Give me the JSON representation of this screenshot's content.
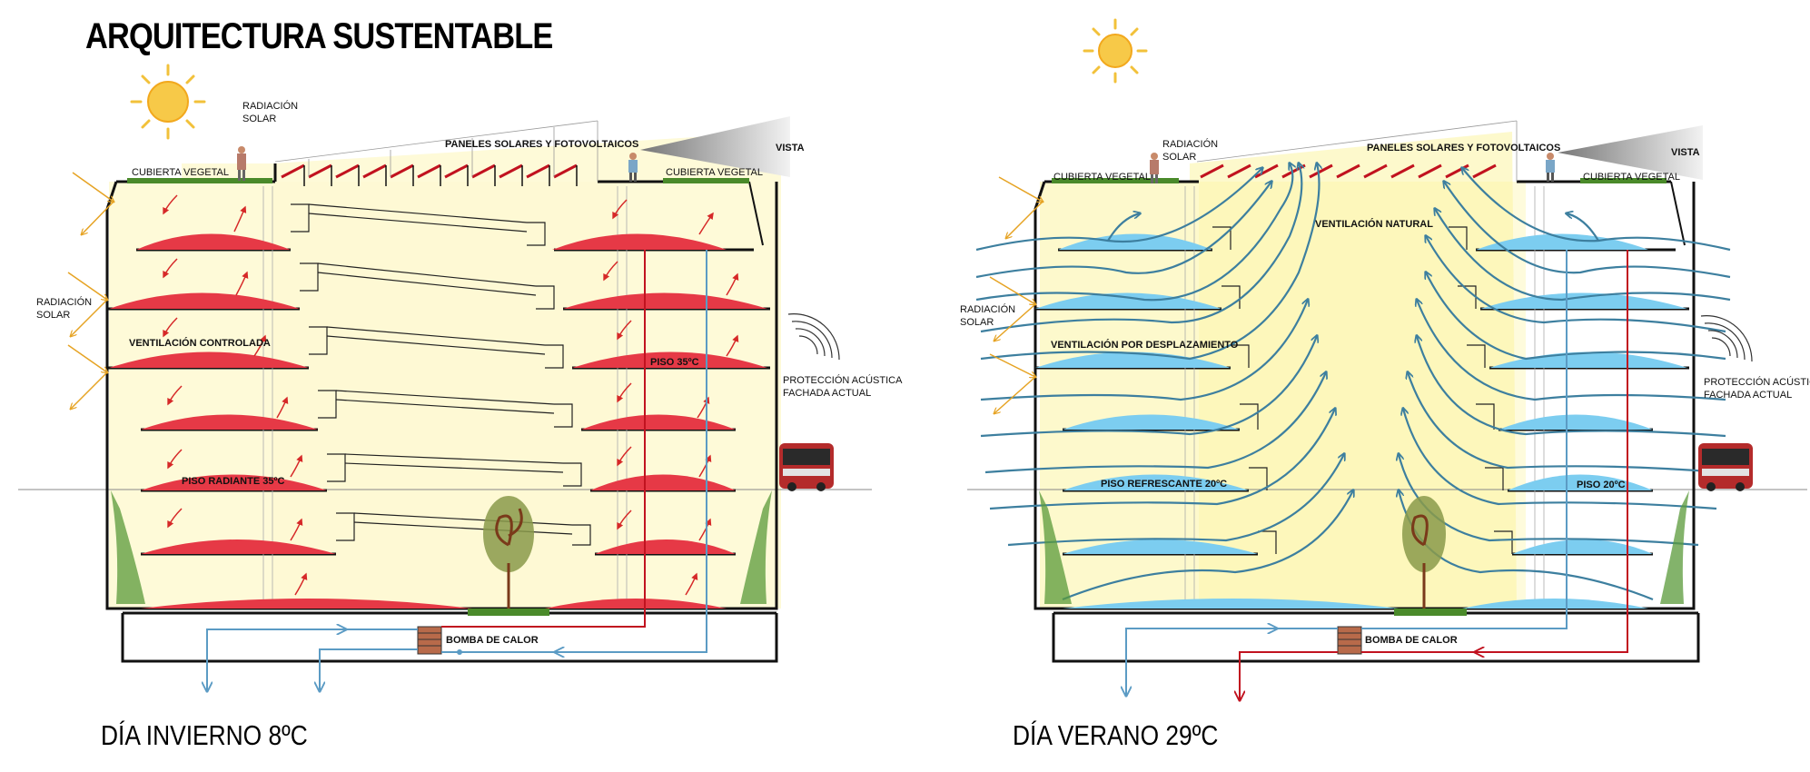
{
  "title": "ARQUITECTURA SUSTENTABLE",
  "panels": {
    "winter": {
      "caption": "DÍA INVIERNO 8ºC",
      "labels": {
        "radiacion_top_1": "RADIACIÓN",
        "radiacion_top_2": "SOLAR",
        "paneles": "PANELES SOLARES Y FOTOVOLTAICOS",
        "vista": "VISTA",
        "cubierta_left": "CUBIERTA VEGETAL",
        "cubierta_right": "CUBIERTA VEGETAL",
        "radiacion_side_1": "RADIACIÓN",
        "radiacion_side_2": "SOLAR",
        "ventilacion": "VENTILACIÓN CONTROLADA",
        "piso_right": "PISO 35ºC",
        "piso_left": "PISO RADIANTE 35ºC",
        "proteccion_1": "PROTECCIÓN ACÚSTICA",
        "proteccion_2": "FACHADA ACTUAL",
        "bomba": "BOMBA DE CALOR"
      },
      "colors": {
        "pool": "#e63946",
        "pipe_hot": "#c1121f",
        "pipe_cold": "#5b9bc4",
        "light": "#fdf5b8"
      }
    },
    "summer": {
      "caption": "DÍA VERANO 29ºC",
      "labels": {
        "radiacion_top_1": "RADIACIÓN",
        "radiacion_top_2": "SOLAR",
        "paneles": "PANELES SOLARES Y FOTOVOLTAICOS",
        "vista": "VISTA",
        "cubierta_left": "CUBIERTA VEGETAL",
        "cubierta_right": "CUBIERTA VEGETAL",
        "ventilacion_natural": "VENTILACIÓN NATURAL",
        "radiacion_side_1": "RADIACIÓN",
        "radiacion_side_2": "SOLAR",
        "ventilacion": "VENTILACIÓN POR DESPLAZAMIENTO",
        "piso_left": "PISO REFRESCANTE 20ºC",
        "piso_right": "PISO 20ºC",
        "proteccion_1": "PROTECCIÓN ACÚSTICA",
        "proteccion_2": "FACHADA ACTUAL",
        "bomba": "BOMBA DE CALOR"
      },
      "colors": {
        "pool": "#7ccdf0",
        "pipe_hot": "#c1121f",
        "pipe_cold": "#5b9bc4",
        "flow": "#3d7f9f",
        "light": "#fbf39a"
      }
    }
  },
  "icons": [
    "sun-icon",
    "person-icon",
    "bus-icon",
    "sound-wave-icon",
    "tree-icon",
    "heat-pump-icon",
    "sight-cone-icon"
  ]
}
